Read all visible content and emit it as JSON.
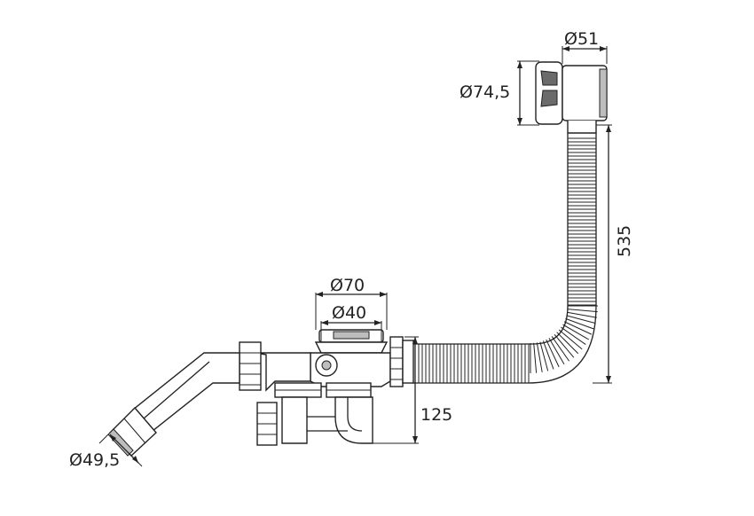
{
  "dimensions": {
    "overflow_head_diameter": "Ø74,5",
    "overflow_body_diameter": "Ø51",
    "hose_length": "535",
    "outlet_outer_diameter": "Ø70",
    "outlet_inner_diameter": "Ø40",
    "trap_height": "125",
    "drain_diameter": "Ø49,5"
  },
  "colors": {
    "line": "#222222",
    "shade_dark": "#6b6b6b",
    "shade_mid": "#bdbdbd"
  }
}
